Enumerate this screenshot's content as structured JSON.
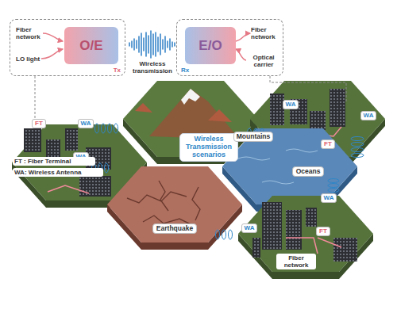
{
  "diagram": {
    "nodes": [
      {
        "text": [
          "Tx"
        ]
      },
      {
        "text": [
          "O/E"
        ],
        "in": 0
      },
      {
        "text": [
          "Rx"
        ]
      },
      {
        "text": [
          "E/O"
        ],
        "in": 2
      },
      {
        "text": [
          "FT"
        ]
      },
      {
        "text": [
          "WA"
        ]
      },
      {
        "text": [
          "WA"
        ]
      },
      {
        "text": [
          "Wireless Transmission scenarios"
        ]
      },
      {
        "text": [
          "Mountains"
        ]
      },
      {
        "text": [
          "Oceans"
        ]
      },
      {
        "text": [
          "Earthquake"
        ]
      },
      {
        "text": [
          "WA"
        ]
      },
      {
        "text": [
          "WA"
        ]
      },
      {
        "text": [
          "FT"
        ]
      },
      {
        "text": [
          "WA"
        ]
      },
      {
        "text": [
          "WA"
        ]
      },
      {
        "text": [
          "FT"
        ]
      }
    ],
    "labels": [
      "Fiber network",
      "LO light",
      "Wireless transmission",
      "Fiber network",
      "Optical carrier",
      "Fiber network",
      "FT : Fiber Terminal",
      "WA: Wireless Antenna"
    ]
  }
}
